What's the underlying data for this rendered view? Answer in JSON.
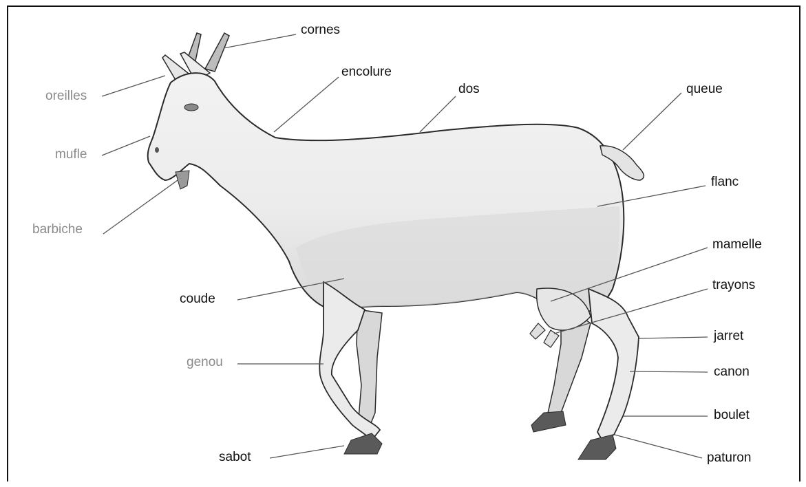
{
  "diagram": {
    "labels": {
      "cornes": "cornes",
      "oreilles": "oreilles",
      "encolure": "encolure",
      "dos": "dos",
      "queue": "queue",
      "mufle": "mufle",
      "flanc": "flanc",
      "barbiche": "barbiche",
      "mamelle": "mamelle",
      "coude": "coude",
      "trayons": "trayons",
      "jarret": "jarret",
      "genou": "genou",
      "canon": "canon",
      "boulet": "boulet",
      "sabot": "sabot",
      "paturon": "paturon"
    },
    "colors": {
      "outline": "#2a2a2a",
      "body": "#eeeeee",
      "shade": "#d4d4d4",
      "hoof": "#5a5a5a",
      "leader": "#555555",
      "gray_label": "#8a8a8a"
    }
  }
}
